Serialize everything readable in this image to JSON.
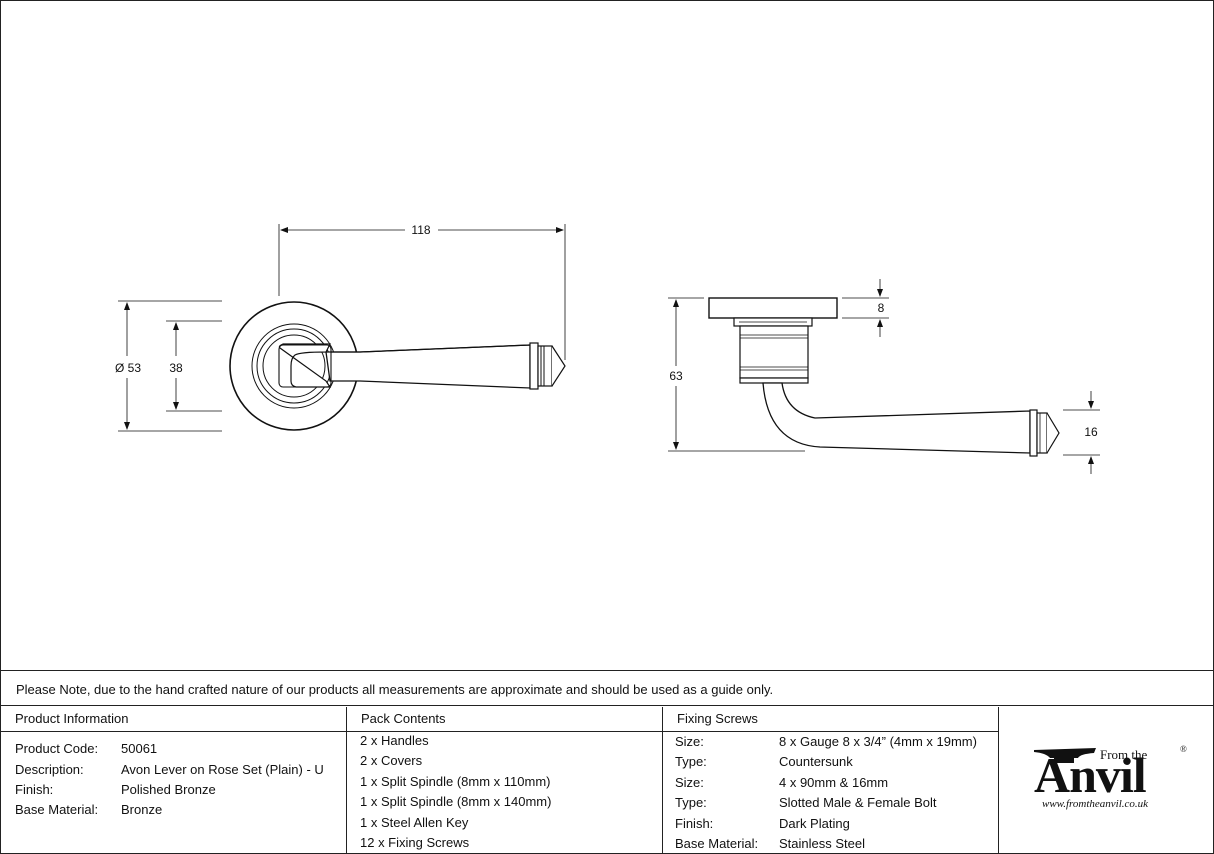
{
  "drawing": {
    "front_view": {
      "width_dim": "118",
      "rose_dia_dim": "Ø 53",
      "inner_dim": "38"
    },
    "side_view": {
      "height_dim": "63",
      "rose_thickness_dim": "8",
      "lever_end_dim": "16"
    }
  },
  "note": "Please Note, due to the hand crafted nature of our products all measurements are approximate and should be used as a guide only.",
  "product_info": {
    "heading": "Product Information",
    "rows": [
      {
        "key": "Product Code:",
        "value": "50061"
      },
      {
        "key": "Description:",
        "value": "Avon Lever on Rose Set (Plain) - U"
      },
      {
        "key": "Finish:",
        "value": "Polished Bronze"
      },
      {
        "key": "Base Material:",
        "value": "Bronze"
      }
    ]
  },
  "pack_contents": {
    "heading": "Pack Contents",
    "items": [
      "2 x Handles",
      "2 x Covers",
      "1 x Split Spindle (8mm x 110mm)",
      "1 x Split Spindle (8mm x 140mm)",
      "1 x Steel Allen Key",
      "12 x Fixing Screws"
    ]
  },
  "fixing_screws": {
    "heading": "Fixing Screws",
    "rows": [
      {
        "key": "Size:",
        "value": "8 x Gauge 8 x 3/4” (4mm x 19mm)"
      },
      {
        "key": "Type:",
        "value": "Countersunk"
      },
      {
        "key": "Size:",
        "value": "4 x 90mm & 16mm"
      },
      {
        "key": "Type:",
        "value": "Slotted Male & Female Bolt"
      },
      {
        "key": "Finish:",
        "value": "Dark Plating"
      },
      {
        "key": "Base Material:",
        "value": "Stainless Steel"
      }
    ]
  },
  "logo": {
    "from_the": "From the",
    "registered": "®",
    "brand": "Anvil",
    "url": "www.fromtheanvil.co.uk"
  }
}
